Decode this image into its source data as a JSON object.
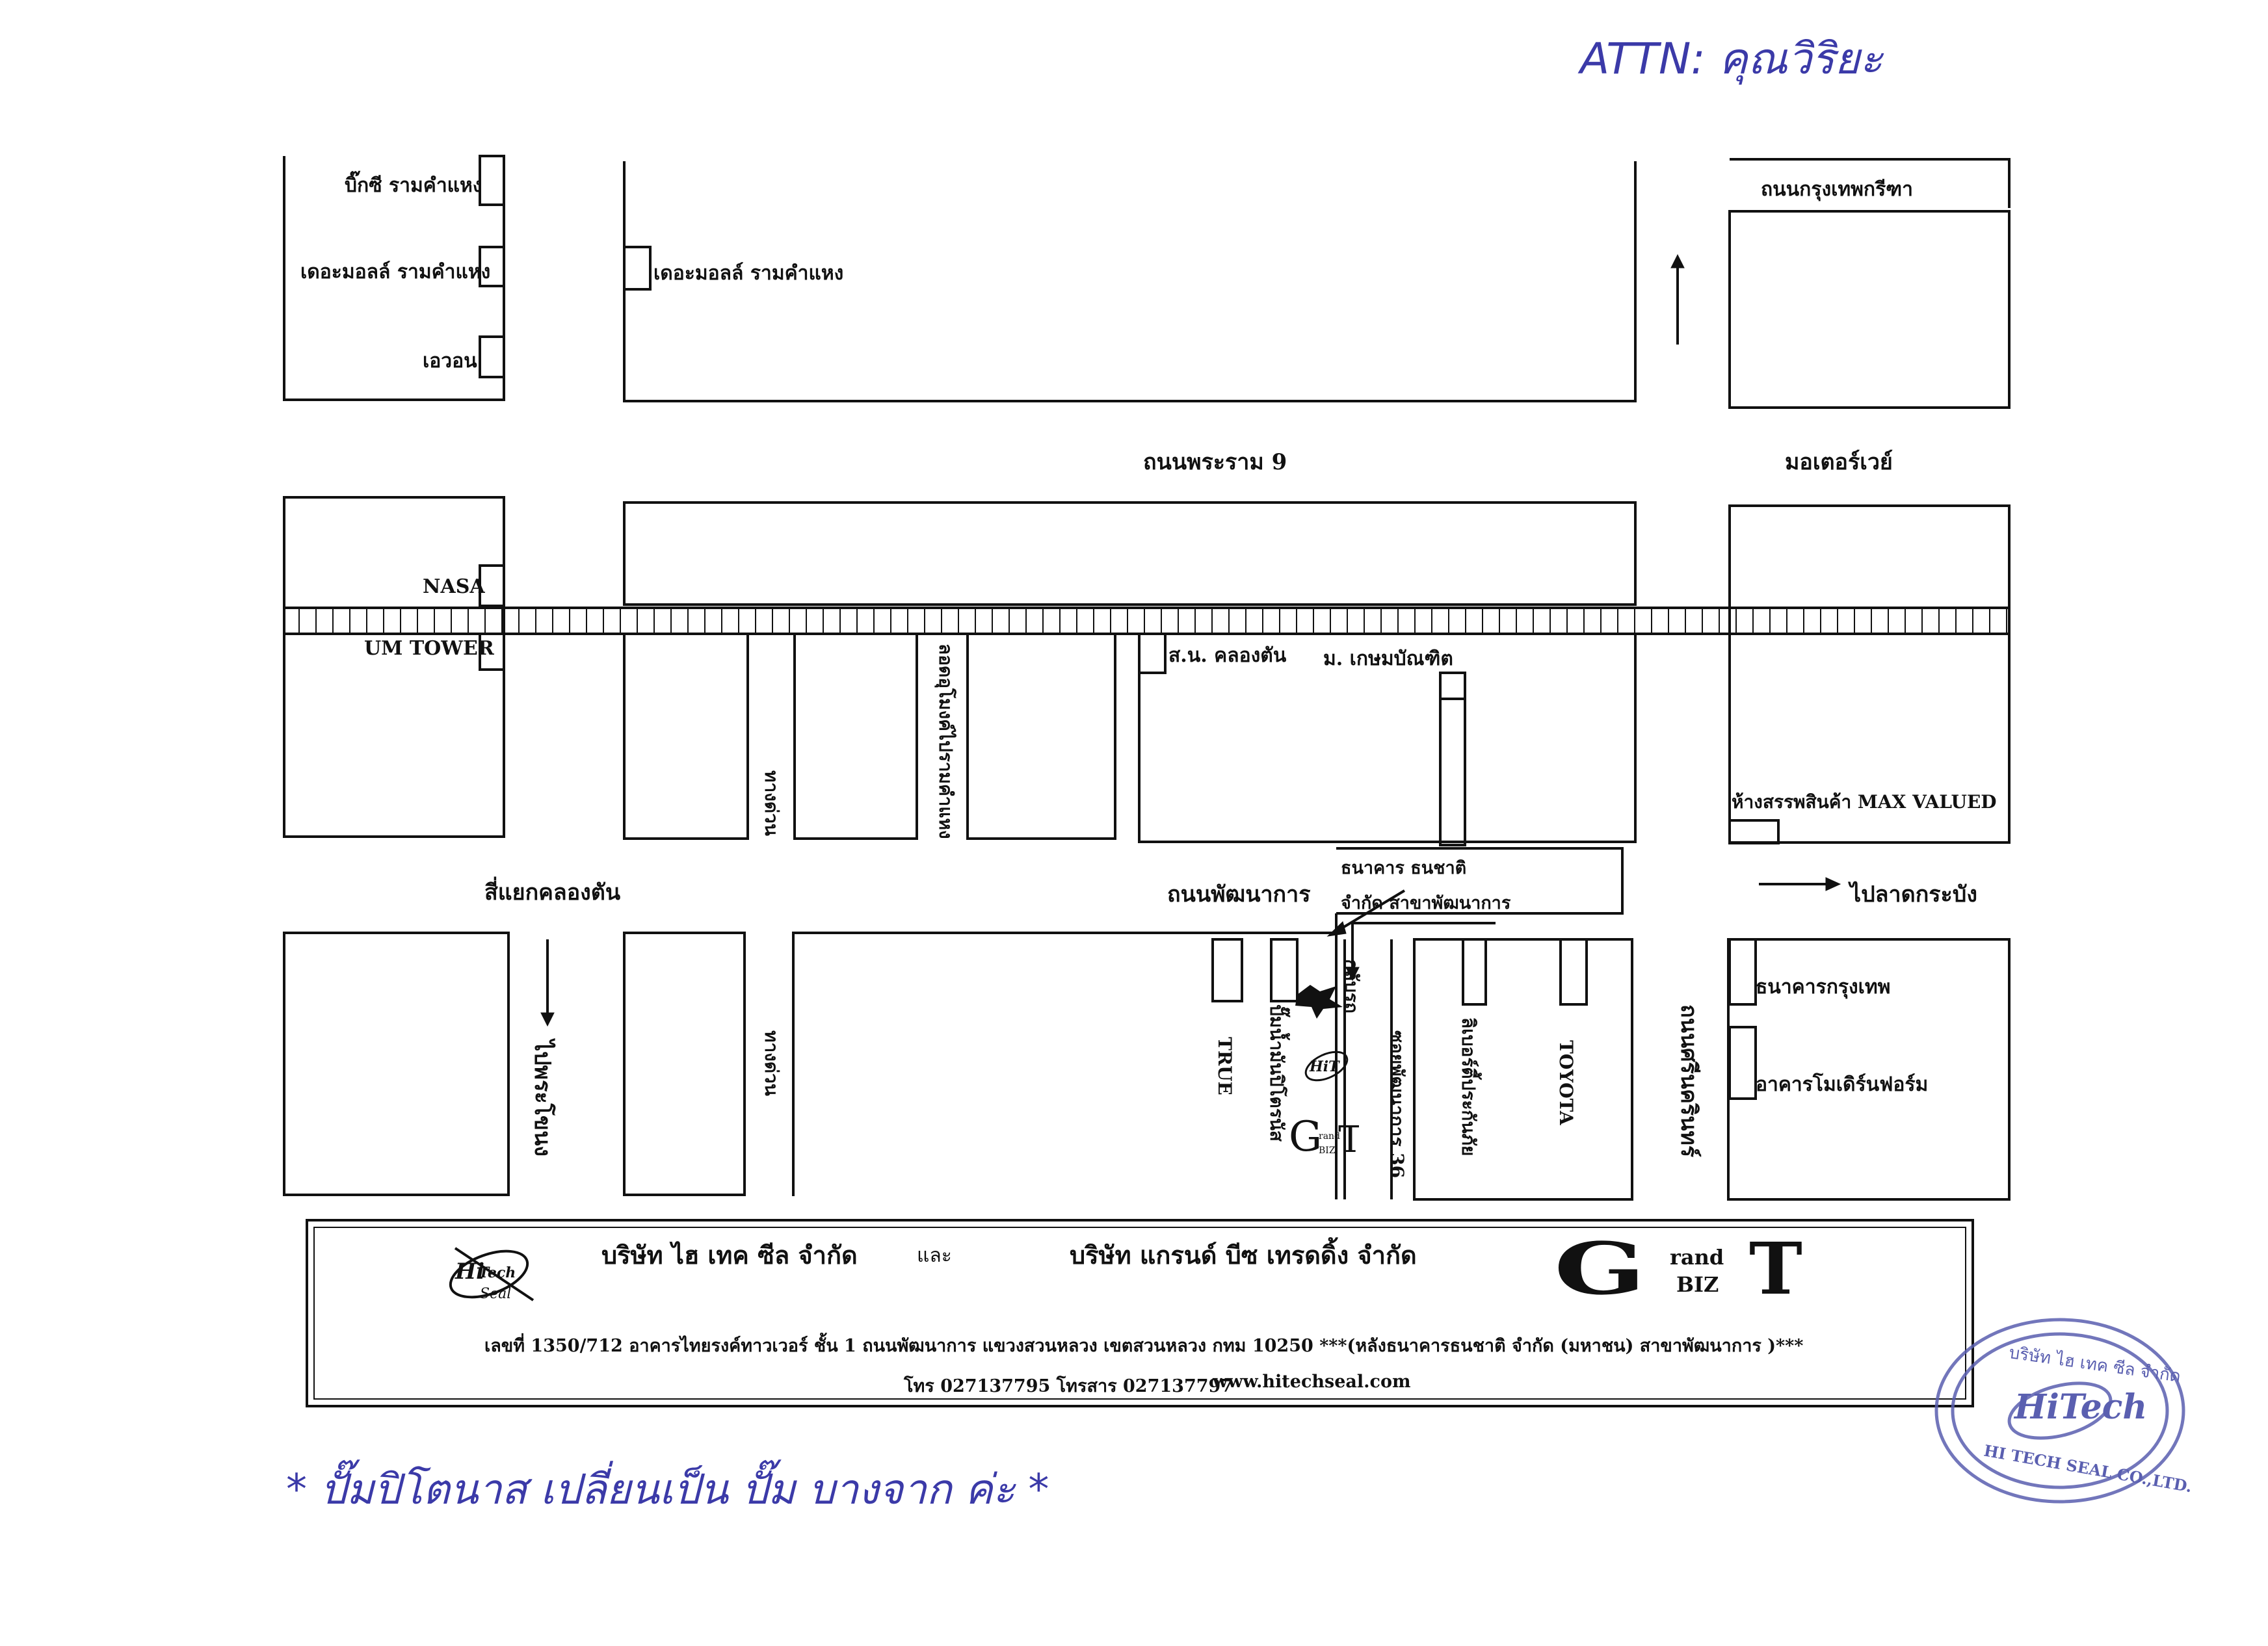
{
  "handwritten": {
    "attn": "ATTN: คุณวิริยะ",
    "note": "* ปั๊มปิโตนาส เปลี่ยนเป็น ปั๊ม บางจาก ค่ะ *"
  },
  "map": {
    "labels": {
      "bigc": "บิ๊กซี รามคำแหง",
      "mall_left": "เดอะมอลล์ รามคำแหง",
      "mall_right": "เดอะมอลล์ รามคำแหง",
      "aeon": "เอวอน",
      "krungthep_kreetha": "ถนนกรุงเทพกรีฑา",
      "rama9": "ถนนพระราม 9",
      "motorway": "มอเตอร์เวย์",
      "nasa": "NASA",
      "um_tower": "UM TOWER",
      "police": "ส.น. คลองตัน",
      "kasem": "ม. เกษมบัณฑิต",
      "maxvalued": "ห้างสรรพสินค้า MAX VALUED",
      "khlongton_junction": "สี่แยกคลองตัน",
      "phatthanakan": "ถนนพัฒนาการ",
      "to_latkrabang": "ไปลาดกระบัง",
      "thanachart_1": "ธนาคาร ธนชาติ",
      "thanachart_2": "จำกัด สาขาพัฒนาการ",
      "bangkok_bank": "ธนาคารกรุงเทพ",
      "modern_form": "อาคารโมเดิร์นฟอร์ม",
      "expressway_1": "ทางด่วน",
      "expressway_2": "ทางด่วน",
      "ramkhamhaeng_tunnel": "ลอดอุโมงค์ไปรามคำแหง",
      "to_phra_khanong": "ไปพระโขนง",
      "true": "TRUE",
      "petronas": "ปั๊มน้ำมันปิโตรนัส",
      "soi36": "ซอยพัฒนาการ 36",
      "liberty": "ลิเบอร์ตี้ประกันภัย",
      "toyota": "TOYOTA",
      "srinakarin": "ถนนศรีนครินทร์",
      "u_turn": "กลับรถ"
    },
    "colors": {
      "ink": "#111111",
      "hand": "#3b3aa8",
      "stamp": "#5a5fb0"
    }
  },
  "footer": {
    "company_1": "บริษัท ไฮ เทค ซีล จำกัด",
    "and": "และ",
    "company_2": "บริษัท แกรนด์ บีซ เทรดดิ้ง จำกัด",
    "address": "เลขที่ 1350/712 อาคารไทยรงค์ทาวเวอร์ ชั้น 1 ถนนพัฒนาการ แขวงสวนหลวง เขตสวนหลวง กทม 10250   ***(หลังธนาคารธนชาติ จำกัด (มหาชน) สาขาพัฒนาการ )***",
    "phone": "โทร 027137795 โทรสาร 027137797",
    "website": "www.hitechseal.com",
    "logo_hitech_1": "Hi",
    "logo_hitech_2": "Tech",
    "logo_hitech_3": "Seal",
    "logo_gb_g": "G",
    "logo_gb_rand": "rand",
    "logo_gb_biz": "BIZ",
    "logo_gb_t": "T"
  },
  "stamp": {
    "top_text": "บริษัท ไฮ เทค ซีล จำกัด",
    "center_text": "HiTech",
    "bottom_text": "HI TECH SEAL CO.,LTD."
  }
}
